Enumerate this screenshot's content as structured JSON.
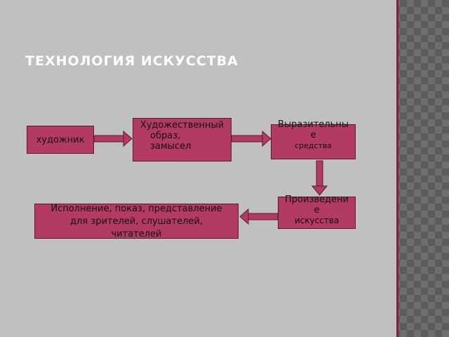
{
  "title": "ТЕХНОЛОГИЯ ИСКУССТВА",
  "boxes": {
    "artist": "художник",
    "image_line1": "Художественный",
    "image_line2": "образ,",
    "image_line3": "замысел",
    "means_line1": "Выразительны",
    "means_line2": "е",
    "means_line3": "средства",
    "work_line1": "Произведени",
    "work_line2": "е",
    "work_line3": "искусства",
    "perf_line1": "Исполнение, показ, представление",
    "perf_line2": "для зрителей, слушателей,",
    "perf_line3": "читателей"
  },
  "colors": {
    "box_fill": "#b23a64",
    "box_border": "#5a1a30",
    "slide_bg": "#c0c0c0",
    "accent": "#8a2040"
  }
}
